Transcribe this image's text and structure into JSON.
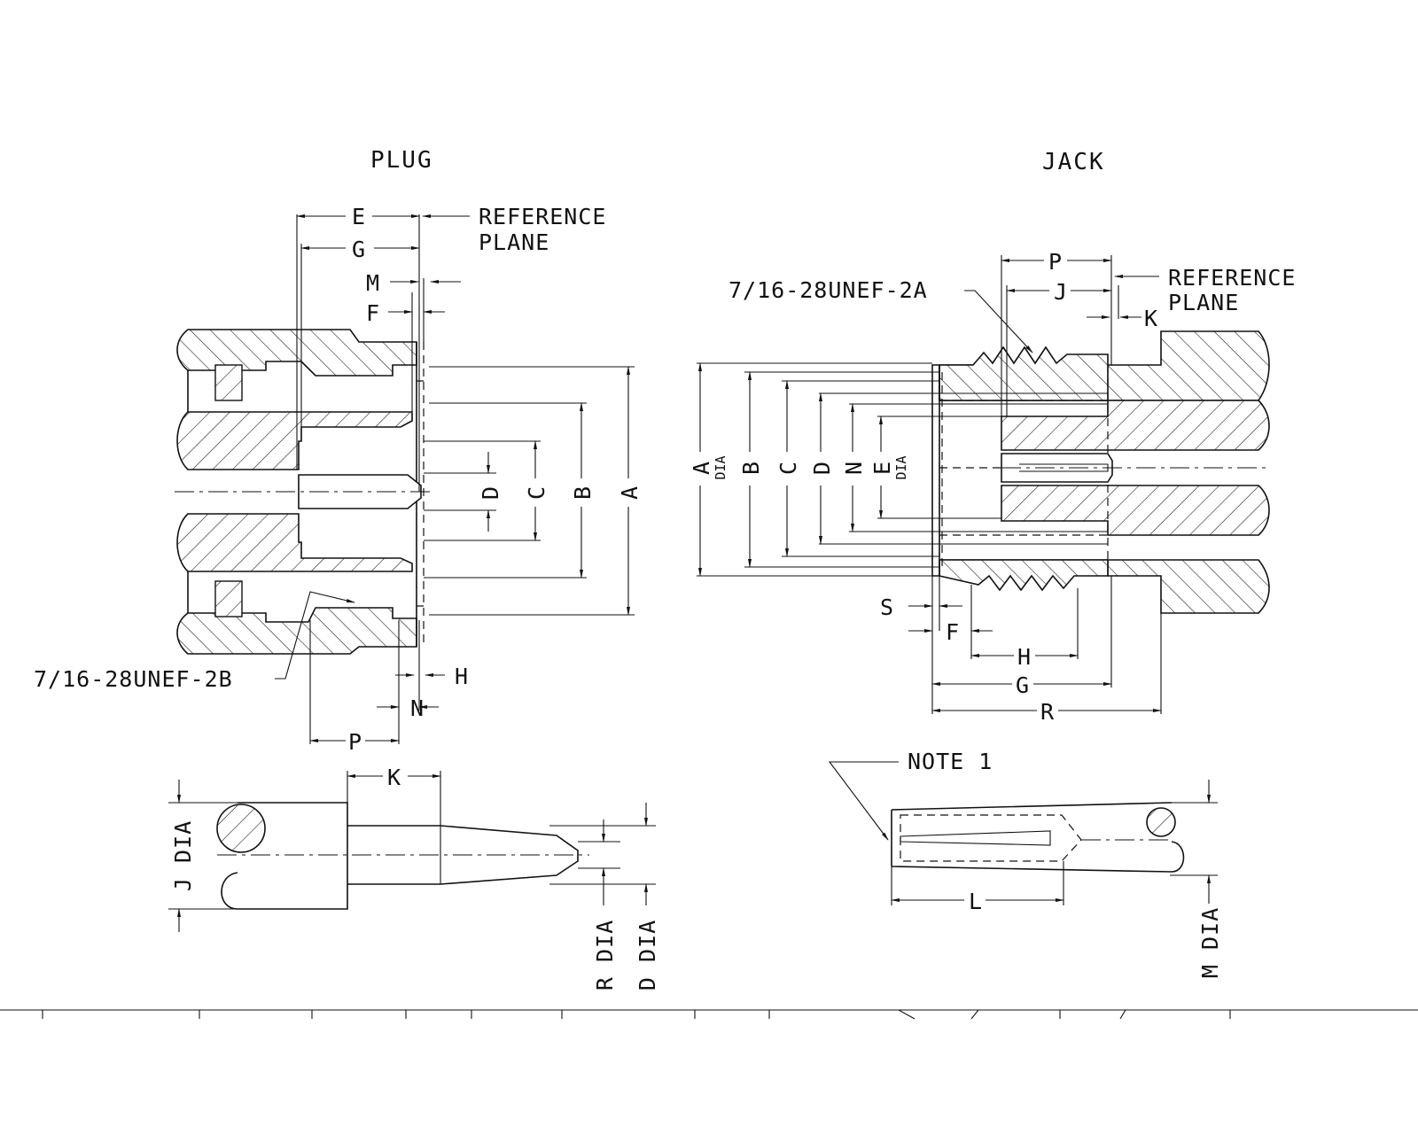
{
  "plug": {
    "title": "PLUG",
    "reference_plane": [
      "REFERENCE",
      "PLANE"
    ],
    "thread": "7/16-28UNEF-2B",
    "dims": {
      "A": "A",
      "B": "B",
      "C": "C",
      "D": "D",
      "E": "E",
      "F": "F",
      "G": "G",
      "H": "H",
      "M": "M",
      "N": "N",
      "P": "P"
    },
    "pin": {
      "K": "K",
      "J": "J DIA",
      "R": "R DIA",
      "D": "D DIA"
    }
  },
  "jack": {
    "title": "JACK",
    "reference_plane": [
      "REFERENCE",
      "PLANE"
    ],
    "thread": "7/16-28UNEF-2A",
    "dims": {
      "A": "A",
      "B": "B",
      "C": "C",
      "D": "D",
      "N": "N",
      "E": "E",
      "dia": "DIA",
      "P": "P",
      "J": "J",
      "K": "K",
      "S": "S",
      "F": "F",
      "H": "H",
      "G": "G",
      "R": "R"
    },
    "socket": {
      "note": "NOTE 1",
      "L": "L",
      "M": "M DIA"
    }
  }
}
